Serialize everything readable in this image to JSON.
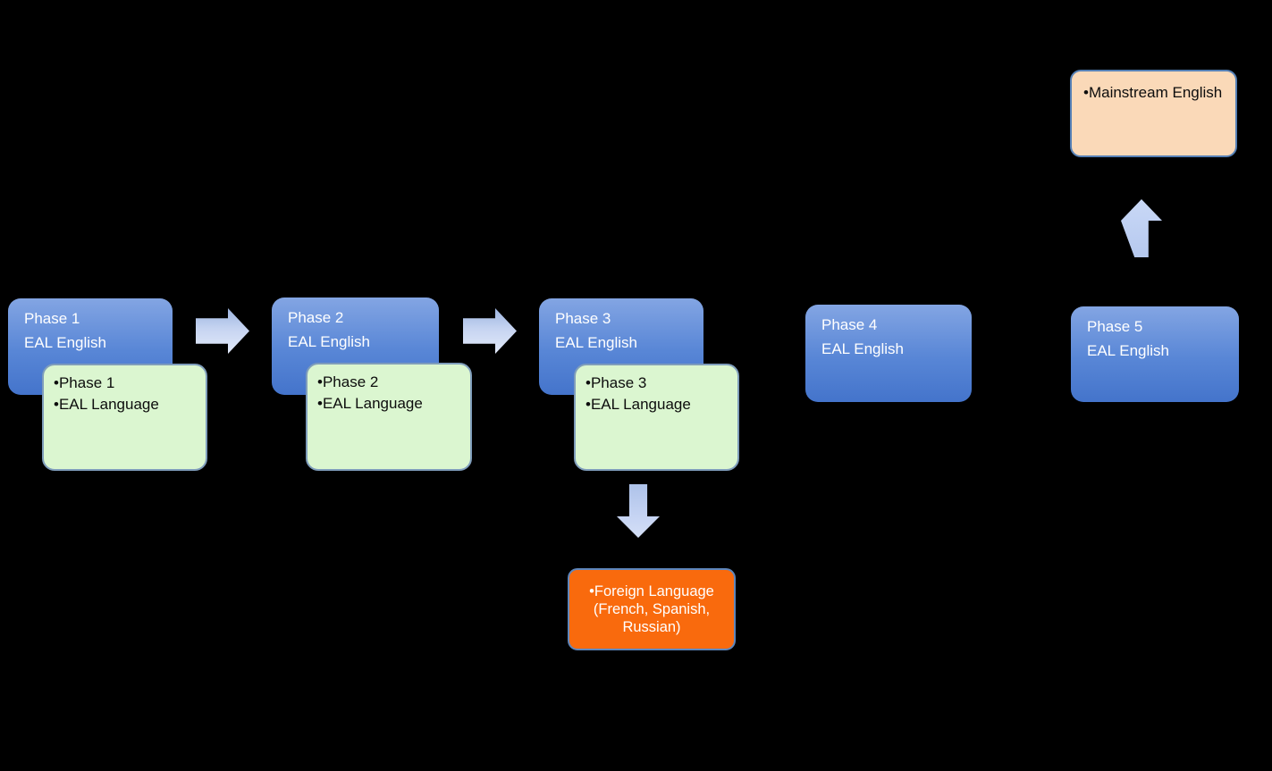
{
  "diagram": {
    "title": "EAL phases progression diagram",
    "background": "#000000",
    "phases": [
      {
        "line1": "Phase 1",
        "line2": "EAL English",
        "bullets": [
          "•Phase 1",
          "•EAL Language"
        ]
      },
      {
        "line1": "Phase 2",
        "line2": "EAL English",
        "bullets": [
          "•Phase 2",
          "•EAL Language"
        ]
      },
      {
        "line1": "Phase 3",
        "line2": "EAL English",
        "bullets": [
          "•Phase 3",
          "•EAL Language"
        ]
      },
      {
        "line1": "Phase 4",
        "line2": "EAL English"
      },
      {
        "line1": "Phase 5",
        "line2": "EAL English"
      }
    ],
    "foreign_language": {
      "lines": [
        "•Foreign Language",
        "(French, Spanish,",
        "Russian)"
      ]
    },
    "mainstream": {
      "label": "•Mainstream English"
    },
    "icons": [
      "right-arrow",
      "right-arrow",
      "down-arrow",
      "up-arrow"
    ],
    "colors": {
      "background": "#000000",
      "blue_gradient_top": "#83a5e3",
      "blue_gradient_bottom": "#4474cb",
      "blue_text": "#ffffff",
      "green_fill": "#dbf6d0",
      "green_border": "#7f9dbb",
      "orange_fill": "#f96a0d",
      "orange_border": "#5e86bc",
      "peach_fill": "#fad9b8",
      "peach_border": "#5580b6",
      "arrow_fill": "#c6d4f1",
      "dark_text": "#0d0d0d"
    }
  }
}
